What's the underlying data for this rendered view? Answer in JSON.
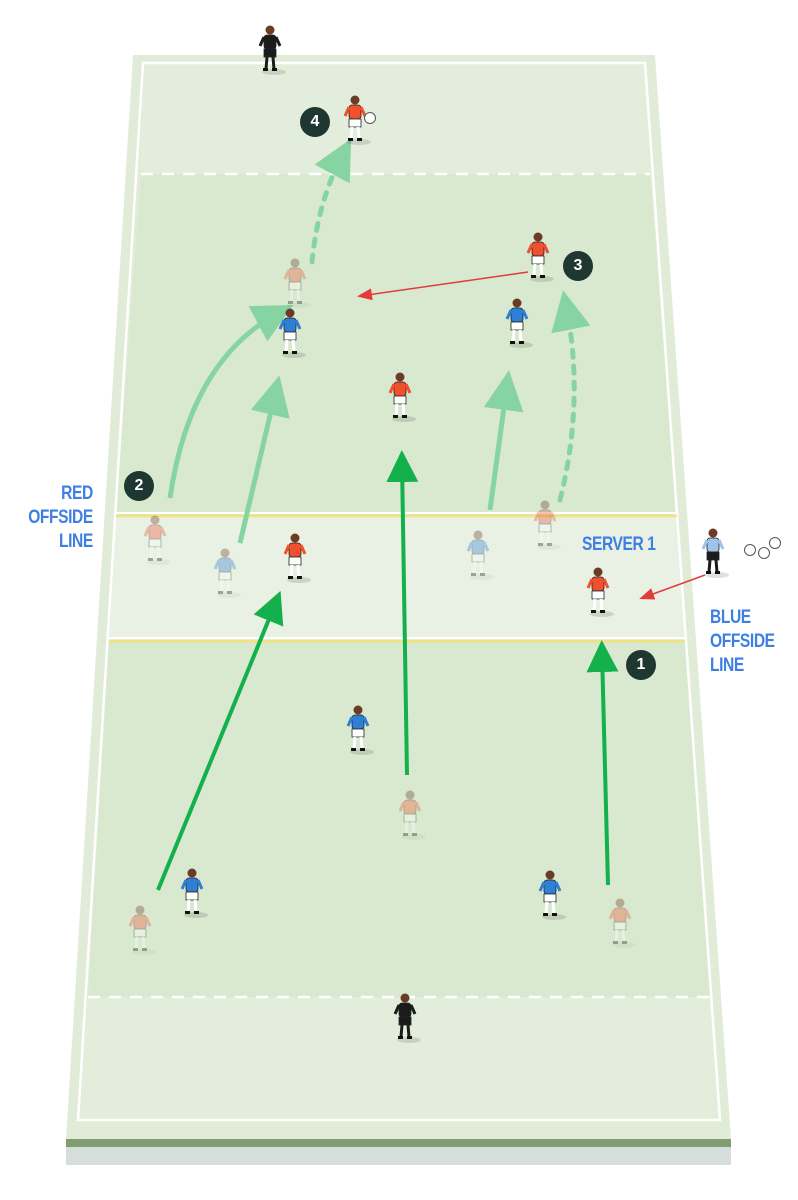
{
  "labels": {
    "red_offside": [
      "RED",
      "OFFSIDE",
      "LINE"
    ],
    "blue_offside": [
      "BLUE",
      "OFFSIDE",
      "LINE"
    ],
    "server": "SERVER 1"
  },
  "steps": [
    "1",
    "2",
    "3",
    "4"
  ],
  "colors": {
    "pitch": "#d9e9d0",
    "end_zone": "#e2eedb",
    "middle_band": "#e8f1e3",
    "offside_line": "#f1e27a",
    "red_team": "#f0502e",
    "blue_team": "#2f7fd6",
    "keeper": "#1b1b1b",
    "arrow_run": "#13b04b",
    "arrow_pass": "#e23b3b",
    "label": "#3d7fe3",
    "badge": "#1f3731"
  }
}
